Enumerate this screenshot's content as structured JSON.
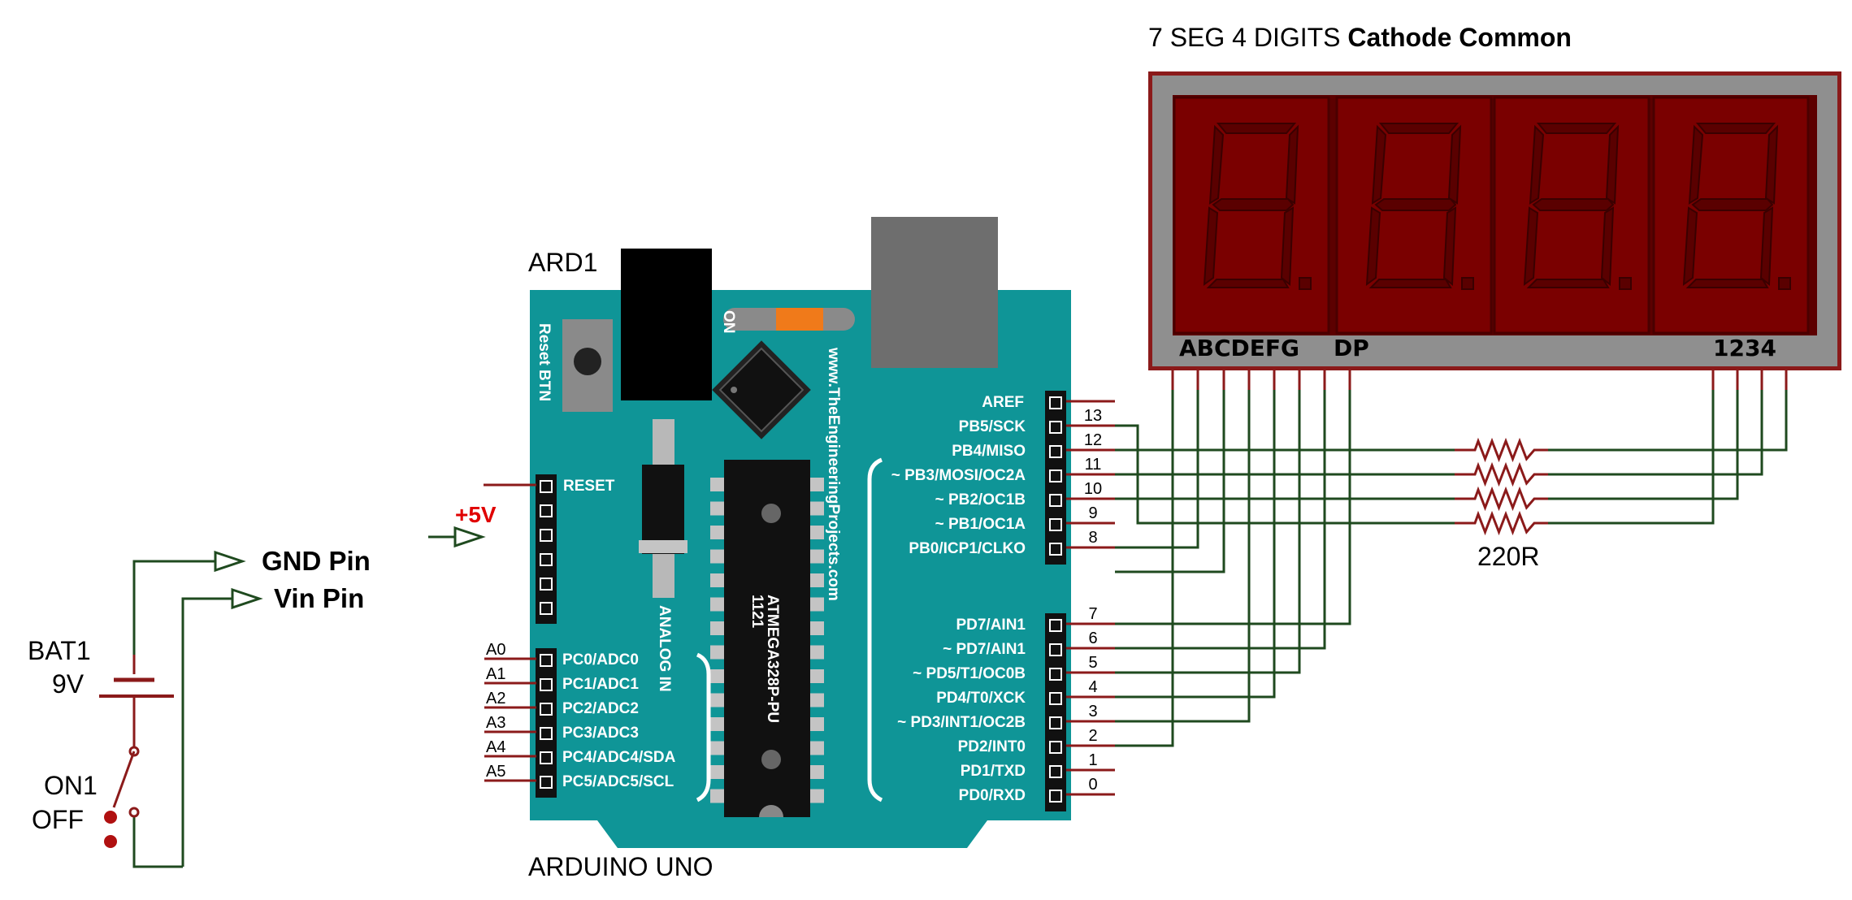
{
  "display": {
    "title_prefix": "7 SEG 4 DIGITS ",
    "title_bold": "Cathode Common",
    "segments_label": "ABCDEFG",
    "dp_label": "DP",
    "digits_label": "1234"
  },
  "arduino": {
    "ref": "ARD1",
    "name": "ARDUINO UNO",
    "website": "www.TheEngineeringProjects.com",
    "chip_label": "ATMEGA328P-PU",
    "chip_code": "1121",
    "on_label": "ON",
    "reset_btn_label": "Reset BTN",
    "analog_in_label": "ANALOG IN",
    "aref_label": "AREF",
    "reset_label": "RESET",
    "power_label": "+5V",
    "digital_top": [
      {
        "name": "PB5/SCK",
        "num": "13"
      },
      {
        "name": "PB4/MISO",
        "num": "12"
      },
      {
        "name": "~ PB3/MOSI/OC2A",
        "num": "11"
      },
      {
        "name": "~ PB2/OC1B",
        "num": "10"
      },
      {
        "name": "~ PB1/OC1A",
        "num": "9"
      },
      {
        "name": "PB0/ICP1/CLKO",
        "num": "8"
      }
    ],
    "digital_bottom": [
      {
        "name": "PD7/AIN1",
        "num": "7"
      },
      {
        "name": "~ PD7/AIN1",
        "num": "6"
      },
      {
        "name": "~ PD5/T1/OC0B",
        "num": "5"
      },
      {
        "name": "PD4/T0/XCK",
        "num": "4"
      },
      {
        "name": "~ PD3/INT1/OC2B",
        "num": "3"
      },
      {
        "name": "PD2/INT0",
        "num": "2"
      },
      {
        "name": "PD1/TXD",
        "num": "1"
      },
      {
        "name": "PD0/RXD",
        "num": "0"
      }
    ],
    "analog": [
      {
        "name": "PC0/ADC0",
        "num": "A0"
      },
      {
        "name": "PC1/ADC1",
        "num": "A1"
      },
      {
        "name": "PC2/ADC2",
        "num": "A2"
      },
      {
        "name": "PC3/ADC3",
        "num": "A3"
      },
      {
        "name": "PC4/ADC4/SDA",
        "num": "A4"
      },
      {
        "name": "PC5/ADC5/SCL",
        "num": "A5"
      }
    ]
  },
  "resistor": {
    "label": "220R"
  },
  "battery": {
    "ref": "BAT1",
    "value": "9V"
  },
  "switch": {
    "on_label": "ON1",
    "off_label": "OFF"
  },
  "terminals": {
    "gnd": "GND Pin",
    "vin": "Vin Pin"
  },
  "colors": {
    "board": "#0f9597",
    "wire": "#1f4a1f",
    "display_frame": "#8f8f8f",
    "digit_bg": "#7a0000",
    "power_label": "#e00000"
  }
}
